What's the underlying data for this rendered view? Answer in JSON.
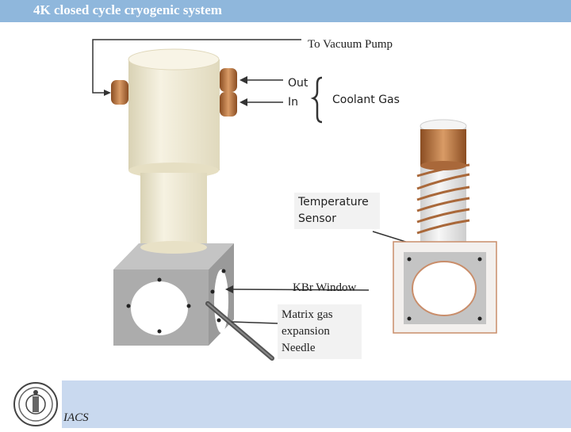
{
  "header": {
    "title": "4K closed cycle cryogenic system"
  },
  "labels": {
    "vacuum_pump": "To Vacuum Pump",
    "out": "Out",
    "in": "In",
    "coolant_gas": "Coolant Gas",
    "temperature_sensor": [
      "Temperature",
      "Sensor"
    ],
    "kbr_window": "KBr Window",
    "needle": [
      "Matrix gas",
      "expansion",
      "Needle"
    ]
  },
  "footer": {
    "label": "IACS"
  },
  "colors": {
    "header_bar": "#8fb7dc",
    "footer_bar": "#c9d9ef",
    "cryostat": "#efe9d2",
    "copper": "#b8743f",
    "block": "#a8a8a8"
  }
}
